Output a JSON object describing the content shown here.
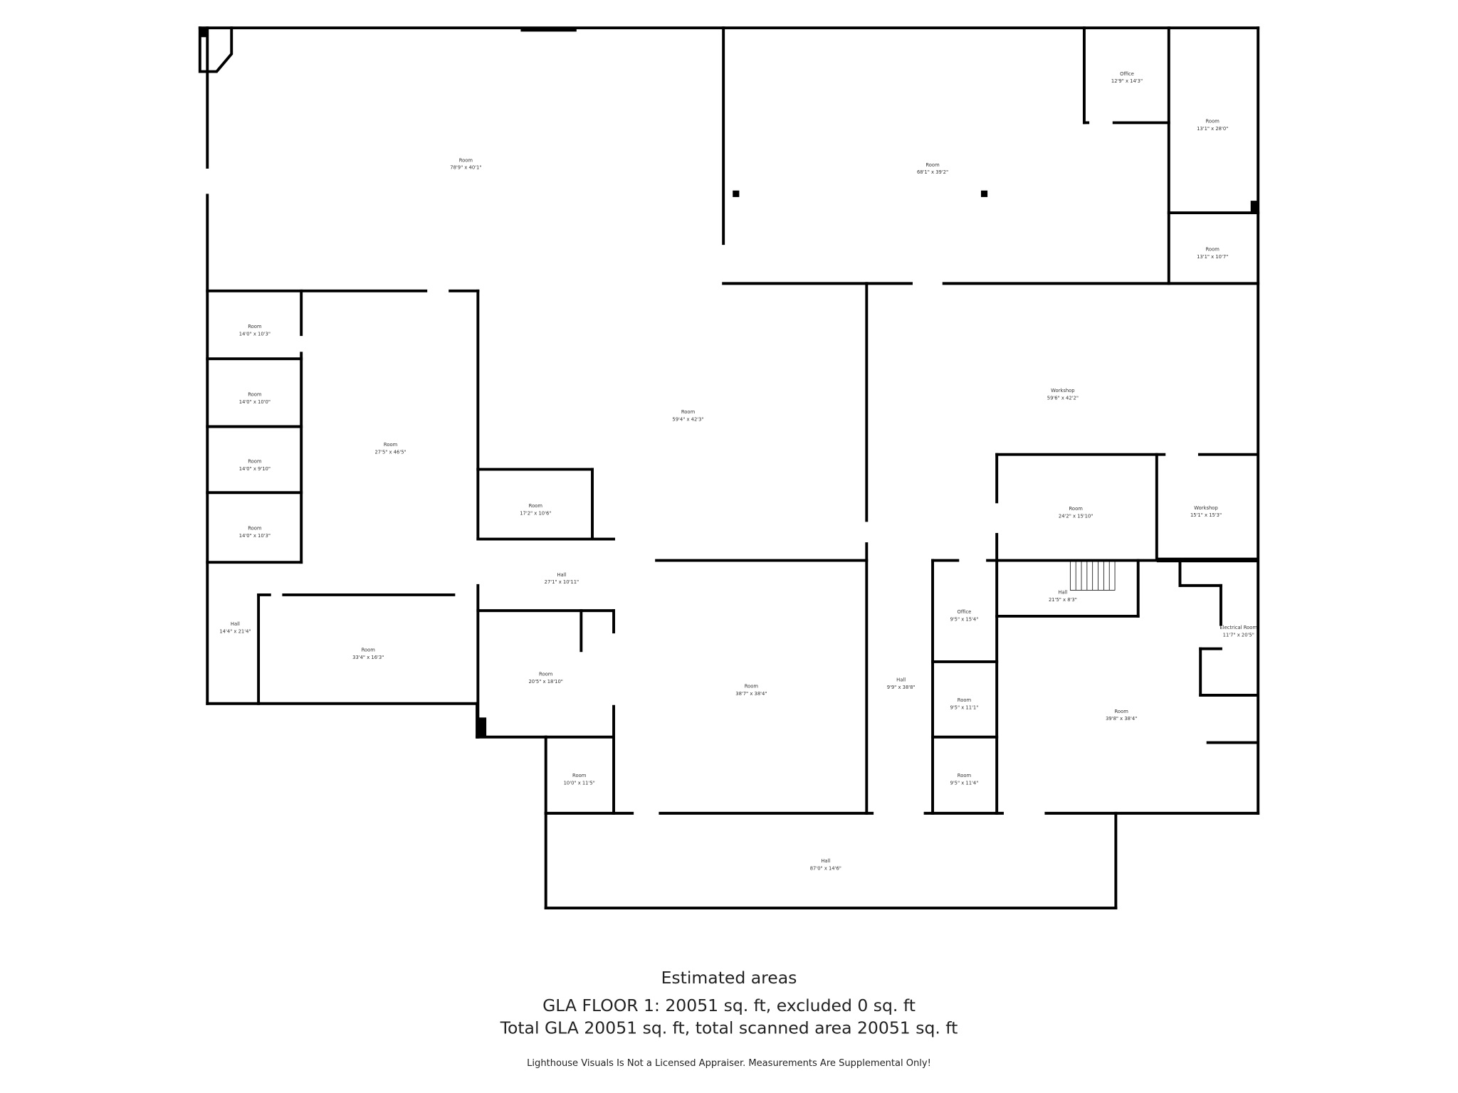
{
  "rooms": [
    {
      "name": "Room",
      "dims": "78'9\" x 40'1\""
    },
    {
      "name": "Room",
      "dims": "68'1\" x 39'2\""
    },
    {
      "name": "Office",
      "dims": "12'9\" x 14'3\""
    },
    {
      "name": "Room",
      "dims": "13'1\" x 28'0\""
    },
    {
      "name": "Room",
      "dims": "13'1\" x 10'7\""
    },
    {
      "name": "Room",
      "dims": "14'0\" x 10'3\""
    },
    {
      "name": "Room",
      "dims": "14'0\" x 10'0\""
    },
    {
      "name": "Room",
      "dims": "14'0\" x 9'10\""
    },
    {
      "name": "Room",
      "dims": "14'0\" x 10'3\""
    },
    {
      "name": "Room",
      "dims": "27'5\" x 46'5\""
    },
    {
      "name": "Room",
      "dims": "59'4\" x 42'3\""
    },
    {
      "name": "Room",
      "dims": "17'2\" x 10'6\""
    },
    {
      "name": "Hall",
      "dims": "27'1\" x 10'11\""
    },
    {
      "name": "Hall",
      "dims": "14'4\" x 21'4\""
    },
    {
      "name": "Room",
      "dims": "33'4\" x 16'3\""
    },
    {
      "name": "Room",
      "dims": "20'5\" x 18'10\""
    },
    {
      "name": "Room",
      "dims": "10'0\" x 11'5\""
    },
    {
      "name": "Room",
      "dims": "38'7\" x 38'4\""
    },
    {
      "name": "Hall",
      "dims": "9'9\" x 38'8\""
    },
    {
      "name": "Office",
      "dims": "9'5\" x 15'4\""
    },
    {
      "name": "Room",
      "dims": "9'5\" x 11'1\""
    },
    {
      "name": "Room",
      "dims": "9'5\" x 11'4\""
    },
    {
      "name": "Hall",
      "dims": "87'0\" x 14'6\""
    },
    {
      "name": "Workshop",
      "dims": "59'6\" x 42'2\""
    },
    {
      "name": "Room",
      "dims": "24'2\" x 15'10\""
    },
    {
      "name": "Workshop",
      "dims": "15'1\" x 15'3\""
    },
    {
      "name": "Hall",
      "dims": "21'5\" x 8'3\""
    },
    {
      "name": "Electrical Room",
      "dims": "11'7\" x 20'5\""
    },
    {
      "name": "Room",
      "dims": "39'8\" x 38'4\""
    }
  ],
  "footer": {
    "heading": "Estimated areas",
    "floor_line": "GLA FLOOR 1: 20051 sq. ft, excluded 0 sq. ft",
    "total_line": "Total GLA 20051 sq. ft, total scanned area 20051 sq. ft",
    "disclaimer": "Lighthouse Visuals Is Not a Licensed Appraiser. Measurements Are Supplemental Only!"
  }
}
